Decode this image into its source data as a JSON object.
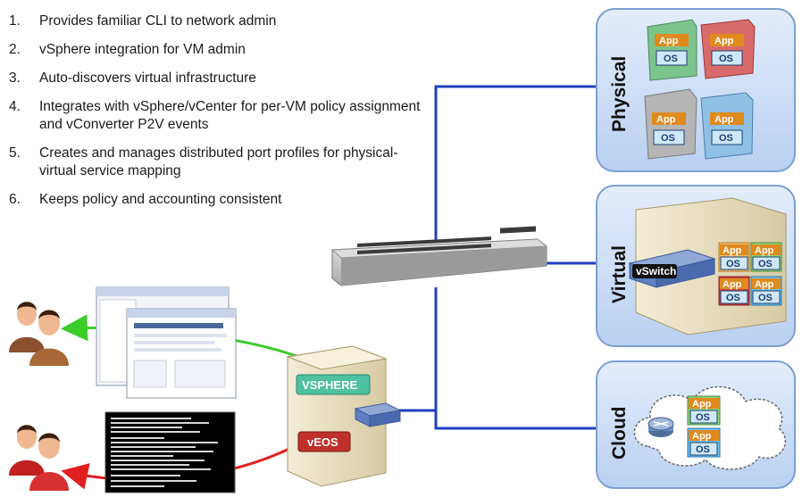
{
  "features": [
    {
      "num": "1.",
      "text": "Provides familiar CLI to network admin"
    },
    {
      "num": "2.",
      "text": "vSphere integration for VM admin"
    },
    {
      "num": "3.",
      "text": "Auto-discovers virtual infrastructure"
    },
    {
      "num": "4.",
      "text": "Integrates with vSphere/vCenter for per-VM policy assignment and vConverter P2V events"
    },
    {
      "num": "5.",
      "text": "Creates and manages distributed port profiles for physical-virtual service mapping"
    },
    {
      "num": "6.",
      "text": "Keeps policy and accounting consistent"
    }
  ],
  "panels": {
    "physical": "Physical",
    "virtual": "Virtual",
    "cloud": "Cloud"
  },
  "tags": {
    "app": "App",
    "os": "OS",
    "vswitch": "vSwitch",
    "vsphere": "VSPHERE",
    "veos": "vEOS"
  },
  "colors": {
    "link": "#1f3fbf",
    "green_arrow": "#3ccc2a",
    "red_arrow": "#e02020",
    "panel_fill": "#c9dbf4",
    "panel_stroke": "#7d9fd3"
  }
}
